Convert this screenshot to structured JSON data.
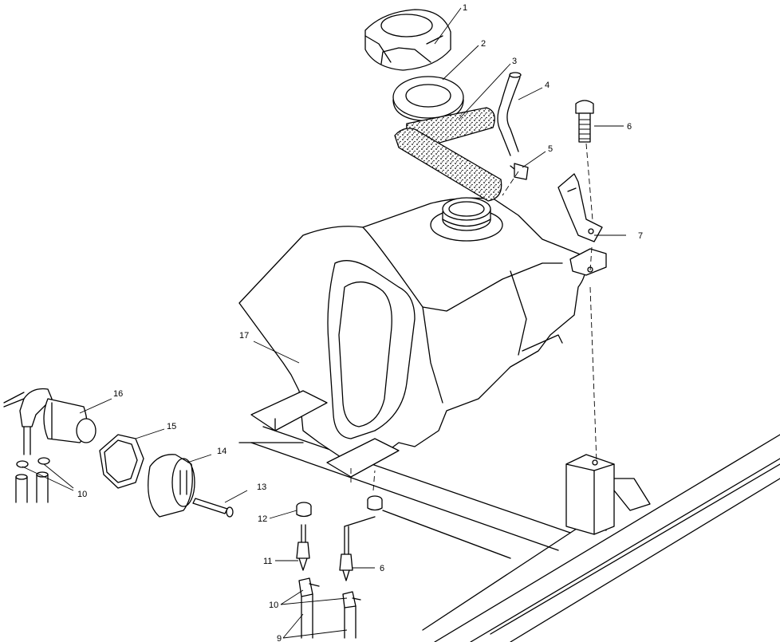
{
  "callouts": [
    {
      "id": "c1",
      "text": "1"
    },
    {
      "id": "c2",
      "text": "2"
    },
    {
      "id": "c3",
      "text": "3"
    },
    {
      "id": "c4",
      "text": "4"
    },
    {
      "id": "c5",
      "text": "5"
    },
    {
      "id": "c6a",
      "text": "6"
    },
    {
      "id": "c7",
      "text": "7"
    },
    {
      "id": "c17",
      "text": "17"
    },
    {
      "id": "c16",
      "text": "16"
    },
    {
      "id": "c15",
      "text": "15"
    },
    {
      "id": "c14",
      "text": "14"
    },
    {
      "id": "c13",
      "text": "13"
    },
    {
      "id": "c10a",
      "text": "10"
    },
    {
      "id": "c12",
      "text": "12"
    },
    {
      "id": "c11",
      "text": "11"
    },
    {
      "id": "c6b",
      "text": "6"
    },
    {
      "id": "c10b",
      "text": "10"
    },
    {
      "id": "c9",
      "text": "9"
    }
  ]
}
